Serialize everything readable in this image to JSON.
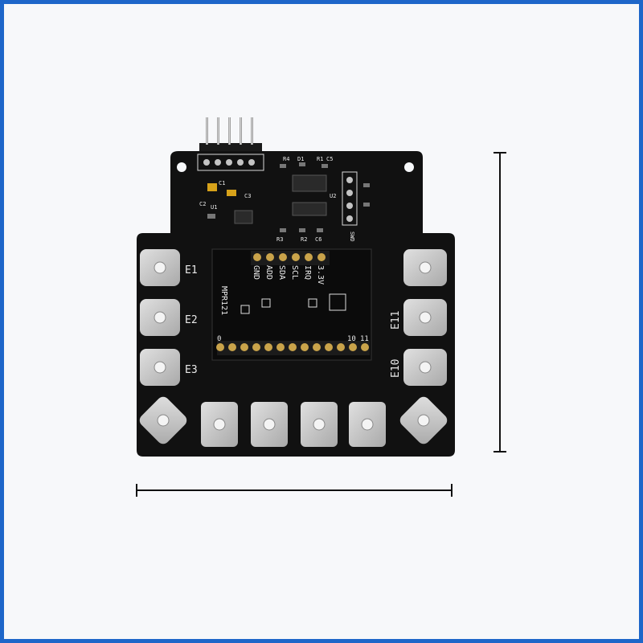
{
  "image": {
    "subject": "pcb-touch-sensor-board"
  },
  "silkscreen": {
    "electrode_left": [
      "E1",
      "E2",
      "E3"
    ],
    "electrode_right": [
      "E11",
      "E10"
    ],
    "header_pins": [
      "GND",
      "ADD",
      "SDA",
      "SCL",
      "IRQ",
      "3.3V"
    ],
    "chip_label": "MPR121",
    "module_bottom_left": "0",
    "module_bottom_right": [
      "10",
      "11"
    ],
    "designators": [
      "R4",
      "D1",
      "R1",
      "C5",
      "U2",
      "C1",
      "C2",
      "U1",
      "C3",
      "R3",
      "R2",
      "C6",
      "SWD"
    ]
  },
  "colors": {
    "frame": "#1e66c9",
    "board": "#111111",
    "pad": "#c4c4c4",
    "silk": "#e9e9e9"
  },
  "dimension_markers": [
    "width-arrow",
    "height-arrow"
  ]
}
